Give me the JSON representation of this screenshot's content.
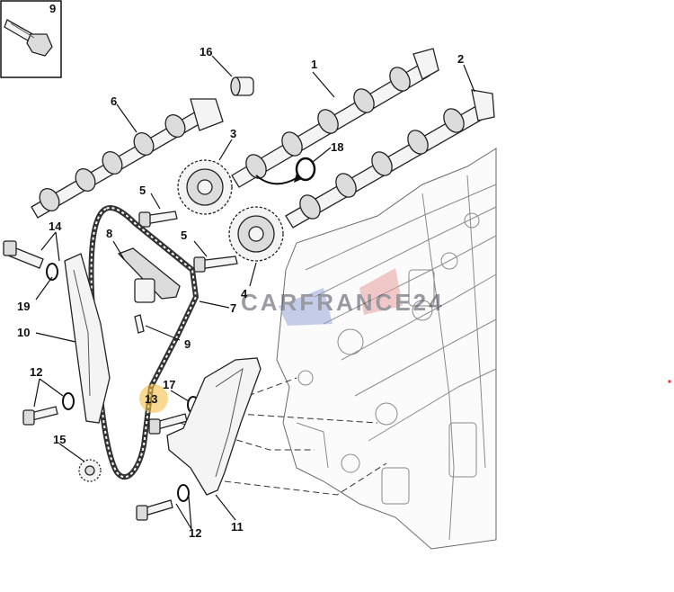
{
  "diagram": {
    "inset_label": "9",
    "callouts": [
      {
        "id": "c1",
        "label": "1"
      },
      {
        "id": "c2",
        "label": "2"
      },
      {
        "id": "c3",
        "label": "3"
      },
      {
        "id": "c4",
        "label": "4"
      },
      {
        "id": "c5a",
        "label": "5"
      },
      {
        "id": "c5b",
        "label": "5"
      },
      {
        "id": "c6",
        "label": "6"
      },
      {
        "id": "c7",
        "label": "7"
      },
      {
        "id": "c8",
        "label": "8"
      },
      {
        "id": "c9",
        "label": "9"
      },
      {
        "id": "c10",
        "label": "10"
      },
      {
        "id": "c11",
        "label": "11"
      },
      {
        "id": "c12a",
        "label": "12"
      },
      {
        "id": "c12b",
        "label": "12"
      },
      {
        "id": "c13",
        "label": "13"
      },
      {
        "id": "c14",
        "label": "14"
      },
      {
        "id": "c15",
        "label": "15"
      },
      {
        "id": "c16",
        "label": "16"
      },
      {
        "id": "c17",
        "label": "17"
      },
      {
        "id": "c18",
        "label": "18"
      },
      {
        "id": "c19",
        "label": "19"
      }
    ],
    "highlight_color": "#f5c04a",
    "watermark": {
      "text": "CARFRANCE24",
      "colors": [
        "#2a3f8f",
        "#d9332f"
      ]
    }
  }
}
